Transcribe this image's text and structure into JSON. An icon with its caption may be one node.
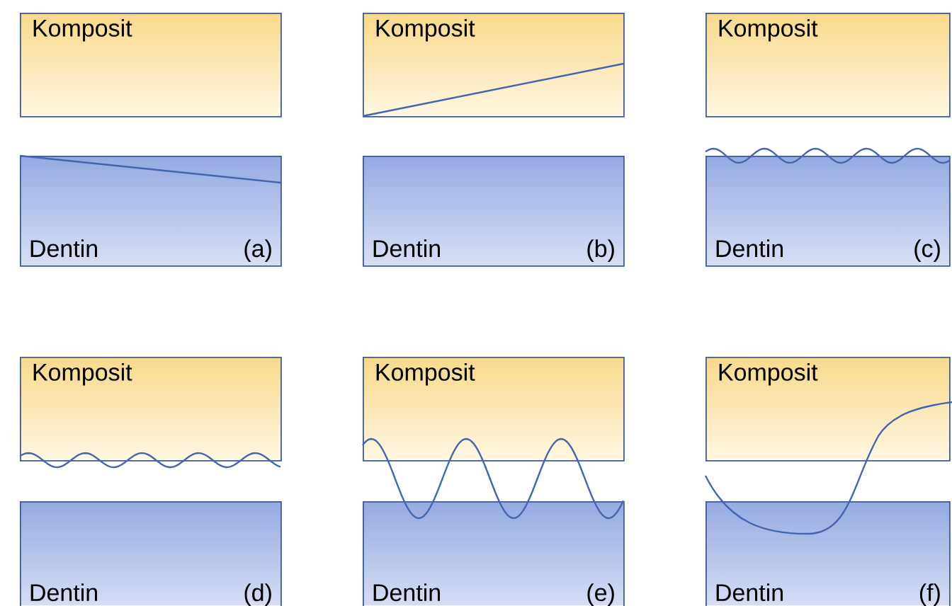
{
  "diagram": {
    "nodes": [
      {
        "text": [
          "Komposit"
        ]
      },
      {
        "text": [
          "Dentin",
          "(a)"
        ]
      },
      {
        "text": [
          "Komposit"
        ]
      },
      {
        "text": [
          "Dentin",
          "(b)"
        ]
      },
      {
        "text": [
          "Komposit"
        ]
      },
      {
        "text": [
          "Dentin",
          "(c)"
        ]
      },
      {
        "text": [
          "Komposit"
        ]
      },
      {
        "text": [
          "Dentin",
          "(d)"
        ]
      },
      {
        "text": [
          "Komposit"
        ]
      },
      {
        "text": [
          "Dentin",
          "(e)"
        ]
      },
      {
        "text": [
          "Komposit"
        ]
      },
      {
        "text": [
          "Dentin",
          "(f)"
        ]
      }
    ]
  }
}
